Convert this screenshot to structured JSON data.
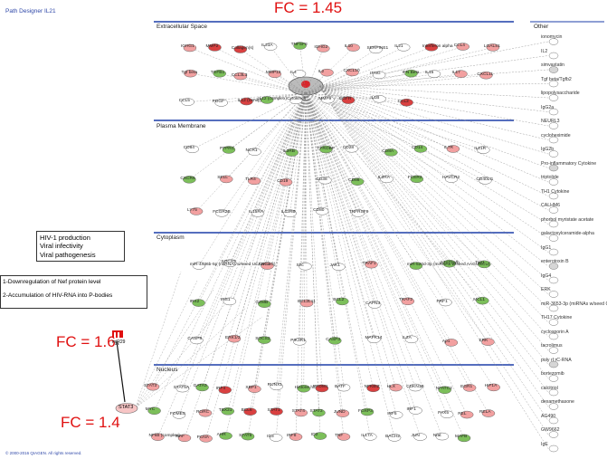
{
  "app_title": "Path Designer IL21",
  "copyright": "© 2000-2016 QIAGEN. All rights reserved.",
  "fold_changes": {
    "top": "FC = 1.45",
    "mir": "FC = 1.6",
    "stat3": "FC = 1.4"
  },
  "compartments": {
    "extracellular": "Extracellular Space",
    "other": "Other",
    "membrane": "Plasma Membrane",
    "cytoplasm": "Cytoplasm",
    "nucleus": "Nucleus"
  },
  "hiv_box": {
    "line1": "HIV-1 production",
    "line2": "Viral infectivity",
    "line3": "Viral pathogenesis"
  },
  "mech_box": {
    "line1": "1-Downregulation of Nef protein level",
    "line2": "2-Accumulation of HIV-RNA into P-bodies"
  },
  "mir_label": "miR29",
  "stat3_label": "STAT3",
  "other_items": [
    "ionomycin",
    "IL2",
    "simvastatin",
    "Tgf beta/Tgfb2",
    "lipopolysaccharide",
    "IgG2a",
    "NEURL3",
    "cycloheximide",
    "IgG2b",
    "Pro-inflammatory Cytokine",
    "triptolide",
    "TH1 Cytokine",
    "CALHM6",
    "phorbol myristate acetate",
    "galactosylceramide-alpha",
    "IgG1",
    "enterotoxin B",
    "IgG4",
    "ERK",
    "miR-3653-3p (miRNAs w/seed CACUACC)",
    "TH17 Cytokine",
    "cyclosporin A",
    "tacrolimus",
    "poly rI:rC-RNA",
    "bortezomib",
    "calcitriol",
    "dexamethasone",
    "AG490",
    "GW9662",
    "IgE"
  ],
  "extracellular_genes": [
    "IGHG1",
    "MMP2",
    "Collagen(s)",
    "IL23A",
    "TNFSF8",
    "IGHG2",
    "IL10",
    "SERPINE1",
    "IL21",
    "Interferon alpha",
    "CCL4",
    "LGALS1",
    "Tgf beta",
    "TGFB1",
    "CCL3L3",
    "MMP12",
    "IL4",
    "IL2",
    "CXCL10",
    "IFNG",
    "IFN Beta",
    "IL15",
    "IL17",
    "CXCL11",
    "CCL5",
    "PDGF",
    "IL12 (family)",
    "IL12 (complex)",
    "Cytokines",
    "MMP9",
    "EGFR",
    "IL1B",
    "CCL2"
  ],
  "membrane_genes": [
    "CD84",
    "PTPRC",
    "NCR1",
    "IL2RB",
    "TYROBP",
    "CD28",
    "CD8A",
    "CD14",
    "IL7R",
    "IL21R",
    "CXCR5",
    "SELL",
    "TLR4",
    "CD19",
    "CD38",
    "CD86",
    "IL2RA",
    "FCER2",
    "HAVCR2",
    "CD40LG",
    "LY75",
    "FCGR2B",
    "IL15RA",
    "IL12RB",
    "CD80",
    "TNFRSF9"
  ],
  "cytoplasm_genes": [
    "miR-4436b-5p (miRNAs w/seed UCCUCAG)",
    "SOCS3",
    "ARG1",
    "Shc",
    "JAK1",
    "TRAF1",
    "miR-520d-3p (miRNAs w/seed AAGUGCU)",
    "STAT5a/b",
    "Tap1",
    "IRS2",
    "IRS1",
    "GZMB",
    "BCL2L11",
    "BCL2",
    "CAPN3",
    "TRAF2",
    "PRF1",
    "MCL1",
    "CASP8",
    "ERK1/2",
    "SOCS2",
    "PIK3R1",
    "CASP3",
    "MAPK14",
    "IL2A",
    "Ap1",
    "ERK"
  ],
  "nucleus_genes": [
    "STAT3",
    "STAT5A",
    "GATA3",
    "IRF4",
    "XBP1",
    "RUNX1",
    "Histone h3",
    "PRDM1",
    "BATF",
    "NFKBIZ",
    "HLX",
    "CDKN1B",
    "NFATC2",
    "EGR1",
    "HIF1A",
    "MYC",
    "FOMES",
    "RORC",
    "TBX21",
    "BCL6",
    "STAT1",
    "STAT4",
    "STAT2",
    "JUND",
    "FOXP3",
    "IRF5",
    "IRF1",
    "PAX5",
    "REL",
    "RELA",
    "NFkB (complex)",
    "MAF",
    "PCNA",
    "AHR",
    "STAT6",
    "ID3",
    "IRF8",
    "ID2",
    "TNF",
    "IL17A",
    "BACH2",
    "JUN",
    "Nfat",
    "MAFB"
  ]
}
